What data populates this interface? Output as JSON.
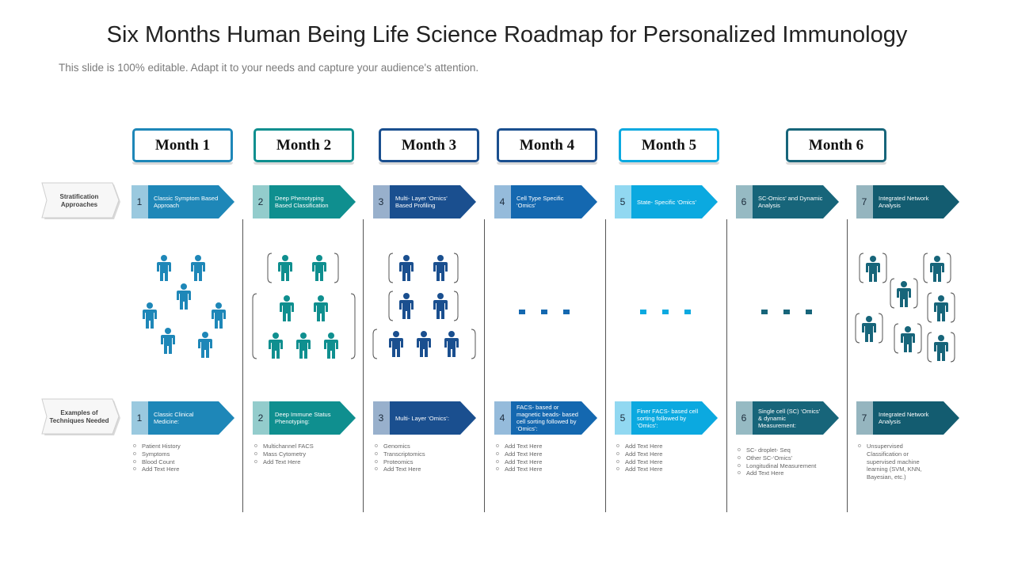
{
  "title": "Six Months Human Being Life Science Roadmap for Personalized Immunology",
  "subtitle": "This slide is 100% editable. Adapt it to your needs and capture your audience's attention.",
  "months": [
    "Month 1",
    "Month 2",
    "Month 3",
    "Month 4",
    "Month 5",
    "Month 6"
  ],
  "side_labels": {
    "stratification": "Stratification Approaches",
    "techniques": "Examples of Techniques Needed"
  },
  "approaches": [
    {
      "num": "1",
      "label": "Classic Symptom Based Approach",
      "color": "#1e87b8"
    },
    {
      "num": "2",
      "label": "Deep Phenotyping Based Classification",
      "color": "#0f8f8f"
    },
    {
      "num": "3",
      "label": "Multi- Layer ‘Omics’ Based Profiling",
      "color": "#1a4f8f"
    },
    {
      "num": "4",
      "label": "Cell Type Specific ‘Omics’",
      "color": "#1468b0"
    },
    {
      "num": "5",
      "label": "State- Specific ‘Omics’",
      "color": "#0ba9e0"
    },
    {
      "num": "6",
      "label": "SC-Omics’ and Dynamic Analysis",
      "color": "#17657a"
    },
    {
      "num": "7",
      "label": "Integrated Network Analysis",
      "color": "#135c70"
    }
  ],
  "techniques": [
    {
      "num": "1",
      "label": "Classic Clinical Medicine:",
      "color": "#1e87b8",
      "bullets": [
        "Patient History",
        "Symptoms",
        "Blood Count",
        "Add Text Here"
      ]
    },
    {
      "num": "2",
      "label": "Deep Immune Status Phenotyping:",
      "color": "#0f8f8f",
      "bullets": [
        "Multichannel FACS",
        "Mass Cytometry",
        "Add Text Here"
      ]
    },
    {
      "num": "3",
      "label": "Multi- Layer ‘Omics’:",
      "color": "#1a4f8f",
      "bullets": [
        "Genomics",
        "Transcriptomics",
        "Proteomics",
        "Add Text Here"
      ]
    },
    {
      "num": "4",
      "label": "FACS- based or magnetic beads- based cell sorting followed by ‘Omics’:",
      "color": "#1468b0",
      "bullets": [
        "Add Text Here",
        "Add Text Here",
        "Add Text Here",
        "Add Text Here"
      ]
    },
    {
      "num": "5",
      "label": "Finer FACS- based cell sorting followed by ‘Omics’:",
      "color": "#0ba9e0",
      "bullets": [
        "Add Text Here",
        "Add Text Here",
        "Add Text Here",
        "Add Text Here"
      ]
    },
    {
      "num": "6",
      "label": "Single cell (SC) ‘Omics’ & dynamic Measurement:",
      "color": "#17657a",
      "bullets": [
        "SC- droplet- Seq",
        "Other SC-‘Omics’",
        "Longitudinal  Measurement",
        "Add Text Here"
      ]
    },
    {
      "num": "7",
      "label": "Integrated  Network Analysis",
      "color": "#135c70",
      "bullets": [
        "Unsupervised Classification or supervised machine learning (SVM, KNN, Bayesian, etc.)"
      ]
    }
  ],
  "colors": {
    "month_border_1": "#1e87b8",
    "month_border_2": "#0f8f8f",
    "month_border_3": "#1a4f8f",
    "month_border_4": "#1a4f8f",
    "month_border_5": "#0ba9e0",
    "month_border_6": "#17657a",
    "people_1": "#1e87b8",
    "people_2": "#0f8f8f",
    "people_3": "#1a4f8f",
    "dots_4": "#1468b0",
    "dots_5": "#0ba9e0",
    "dots_6": "#17657a",
    "people_7": "#17657a"
  },
  "icons": [
    "person-icon",
    "ellipsis-dots",
    "chevron-arrow-band"
  ]
}
